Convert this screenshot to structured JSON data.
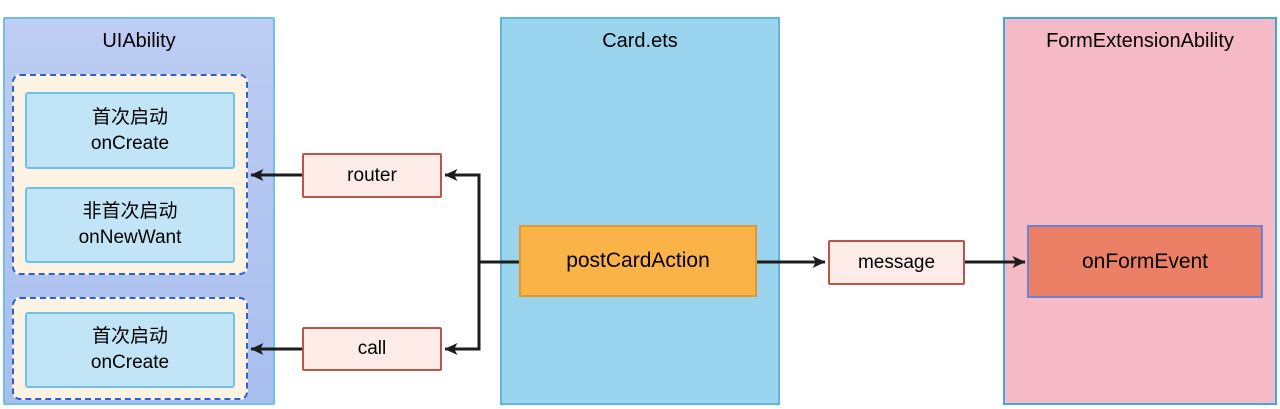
{
  "diagram": {
    "uiability": {
      "title": "UIAbility",
      "router_group": {
        "boxes": [
          {
            "line1": "首次启动",
            "line2": "onCreate"
          },
          {
            "line1": "非首次启动",
            "line2": "onNewWant"
          }
        ]
      },
      "call_group": {
        "boxes": [
          {
            "line1": "首次启动",
            "line2": "onCreate"
          }
        ]
      }
    },
    "connectors": {
      "router": "router",
      "call": "call",
      "message": "message"
    },
    "card": {
      "title": "Card.ets",
      "action": "postCardAction"
    },
    "form_extension": {
      "title": "FormExtensionAbility",
      "event": "onFormEvent"
    },
    "colors": {
      "uiability_fill_top": "#bdcdf3",
      "uiability_fill_bottom": "#a8beee",
      "uiability_border": "#6fc0e9",
      "dashed_group_fill": "#fdf3e2",
      "dashed_group_border": "#2c5fd3",
      "lifecycle_fill": "#c1e5f6",
      "lifecycle_border": "#6ec1e9",
      "connector_fill": "#fcebe6",
      "connector_border": "#b8564b",
      "card_fill": "#9bd4ee",
      "card_border": "#5fb6e0",
      "action_fill": "#f9b347",
      "action_border": "#de9a2e",
      "form_fill": "#f5bac6",
      "form_border": "#41a7e1",
      "event_fill": "#ec8066",
      "event_border": "#6b82d6",
      "arrow": "#1c1c1c"
    }
  }
}
